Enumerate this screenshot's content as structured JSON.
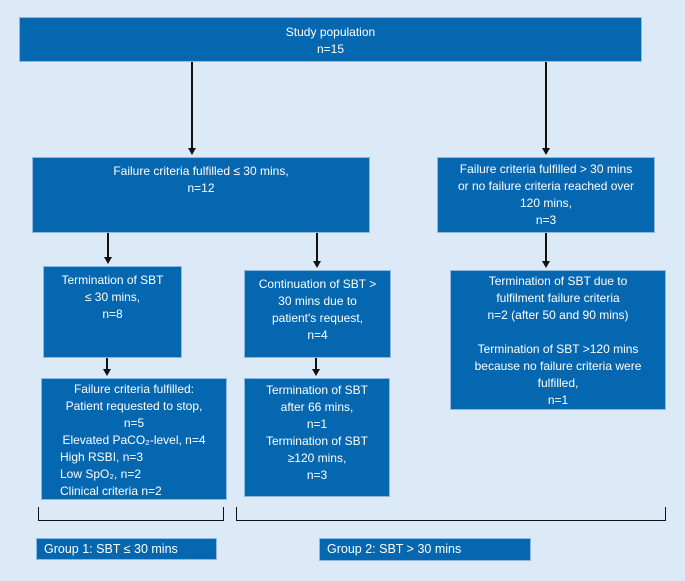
{
  "colors": {
    "background": "#dce9f6",
    "box_fill": "#0667b1",
    "box_border": "#8fb8df",
    "text": "#ffffff",
    "line": "#111111"
  },
  "flowchart": {
    "study_population": {
      "lines": [
        "Study population",
        "n=15"
      ]
    },
    "failure_le30": {
      "lines": [
        "Failure criteria fulfilled ≤ 30 mins,",
        "n=12"
      ]
    },
    "failure_gt30": {
      "lines": [
        "Failure criteria fulfilled > 30 mins",
        "or no failure criteria reached over",
        "120 mins,",
        "n=3"
      ]
    },
    "termination_le30": {
      "lines": [
        "Termination of SBT",
        "≤ 30 mins,",
        "n=8"
      ]
    },
    "continuation_gt30": {
      "lines": [
        "Continuation of SBT >",
        "30 mins due to",
        "patient's request,",
        "n=4"
      ]
    },
    "termination_right": {
      "lines": [
        "Termination of SBT due to",
        "fulfilment failure criteria",
        "n=2 (after 50 and 90 mins)",
        "",
        "Termination of SBT >120 mins",
        "because no failure criteria were",
        "fulfilled,",
        "n=1"
      ]
    },
    "failure_detail": {
      "lines": [
        "Failure criteria fulfilled:",
        "Patient requested to stop,",
        "n=5",
        "Elevated PaCO₂-level, n=4",
        "High RSBI, n=3",
        "Low SpO₂, n=2",
        "Clinical criteria n=2"
      ]
    },
    "termination_detail": {
      "lines": [
        "Termination of SBT",
        "after 66 mins,",
        "n=1",
        "Termination of SBT",
        "≥120 mins,",
        "n=3"
      ]
    },
    "group1": {
      "label": "Group 1: SBT ≤ 30 mins"
    },
    "group2": {
      "label": "Group 2: SBT > 30 mins"
    }
  }
}
